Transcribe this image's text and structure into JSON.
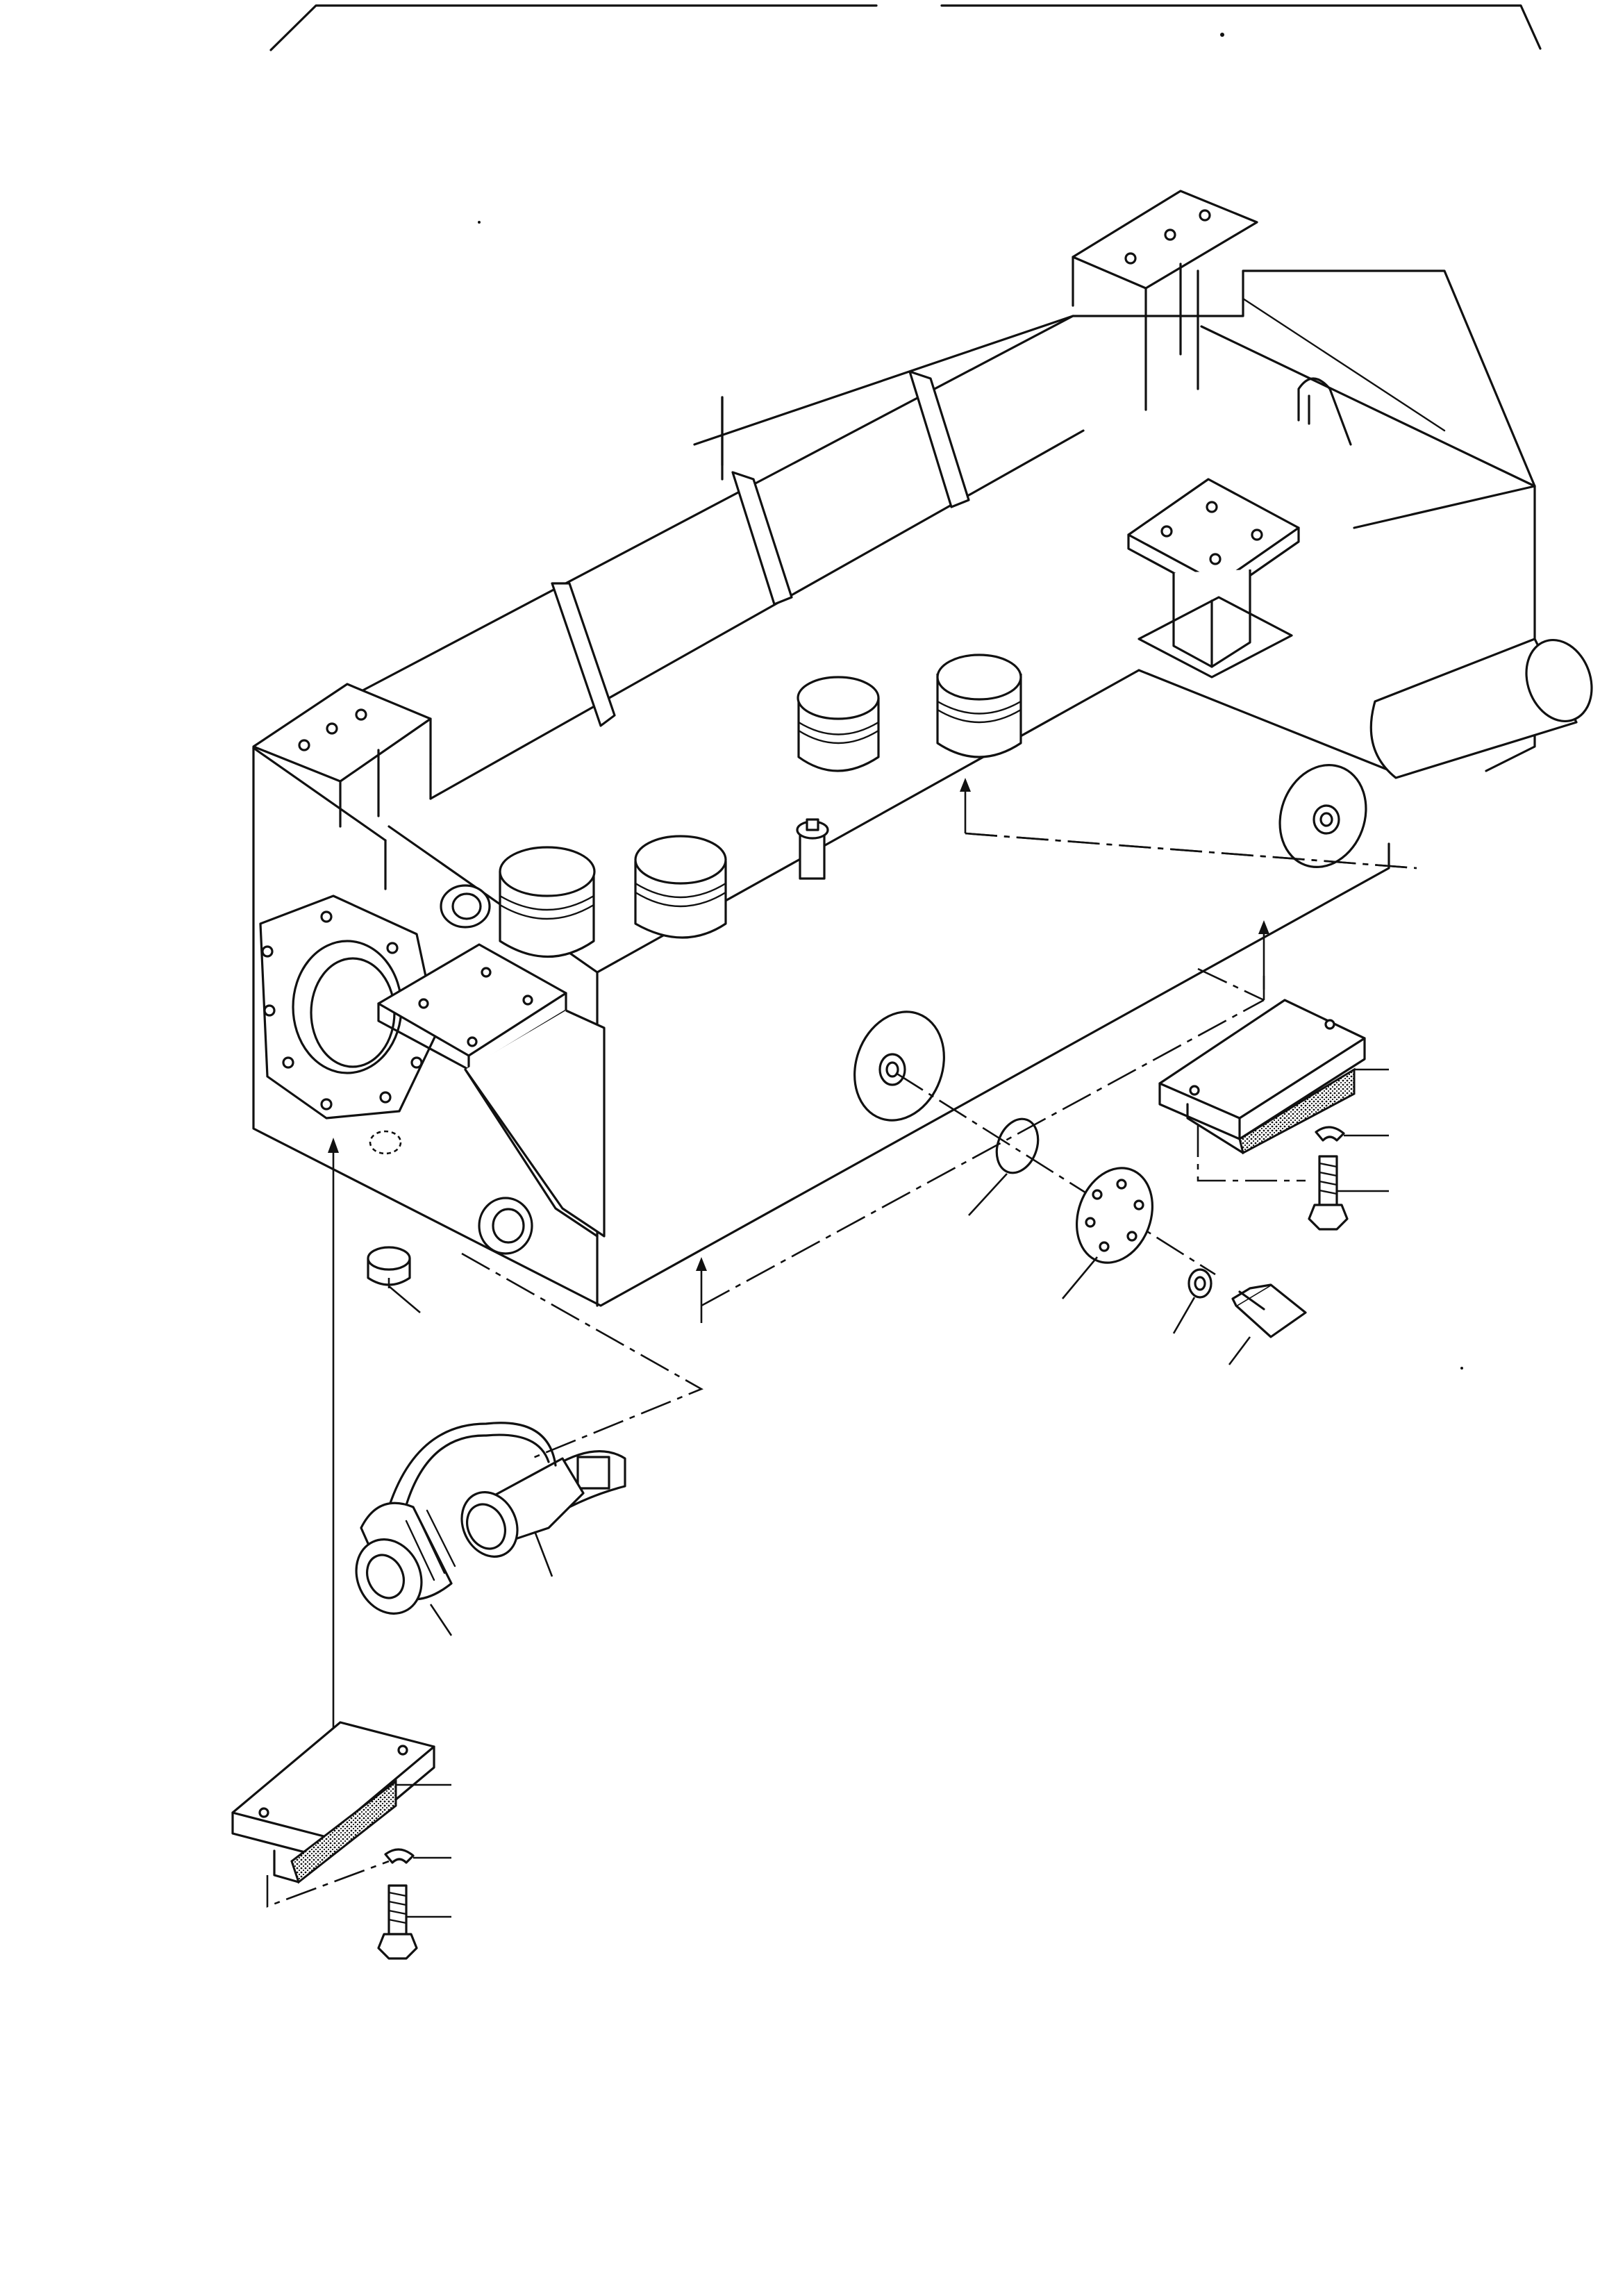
{
  "diagram": {
    "components": [
      {
        "id": "tank-frame",
        "name": "tank-frame"
      },
      {
        "id": "plug-cap",
        "name": "plug-cap"
      },
      {
        "id": "quick-coupler",
        "name": "quick-coupler"
      },
      {
        "id": "drain-plug",
        "name": "drain-plug"
      },
      {
        "id": "flange-cover",
        "name": "flange-cover"
      },
      {
        "id": "o-ring",
        "name": "o-ring"
      },
      {
        "id": "bolt",
        "name": "bolt"
      },
      {
        "id": "washer",
        "name": "washer"
      },
      {
        "id": "rubber-mount",
        "name": "rubber-mount"
      }
    ],
    "callout_labels": []
  },
  "colors": {
    "line": "#111111",
    "background": "#ffffff"
  }
}
